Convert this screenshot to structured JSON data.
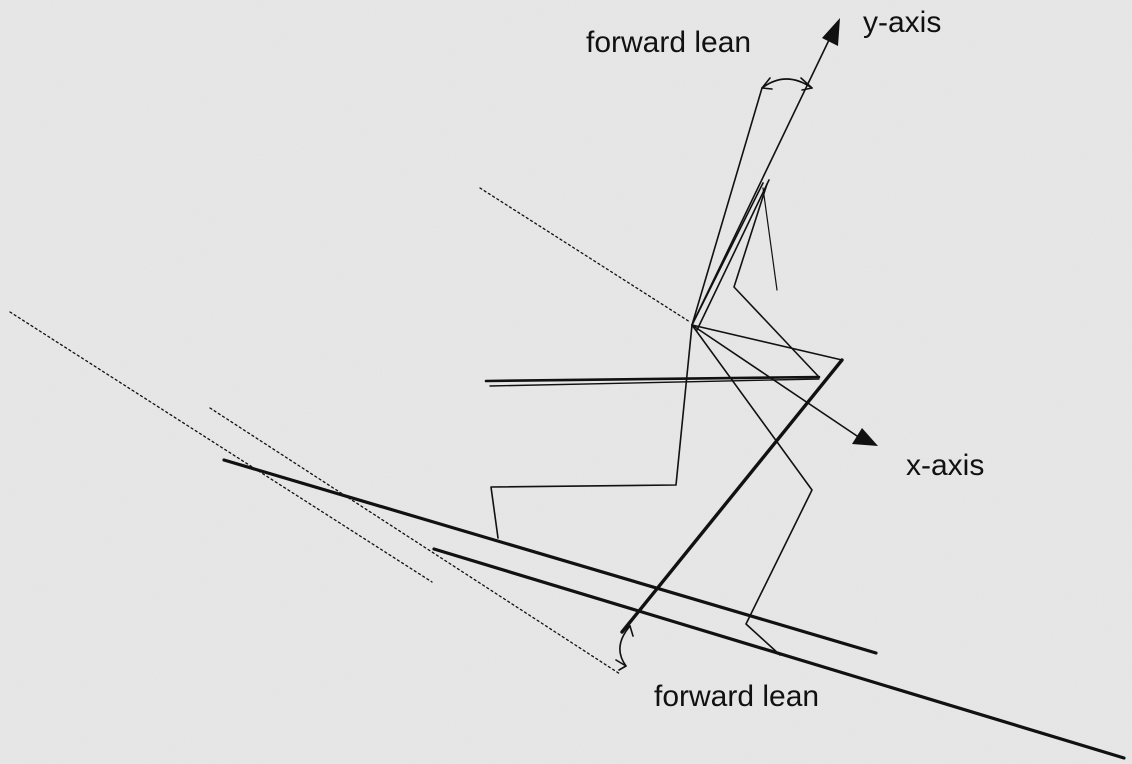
{
  "labels": {
    "forward_lean_top": "forward lean",
    "y_axis": "y-axis",
    "x_axis": "x-axis",
    "forward_lean_bottom": "forward lean"
  },
  "colors": {
    "background": "#e9e9e9",
    "ink": "#111111"
  }
}
